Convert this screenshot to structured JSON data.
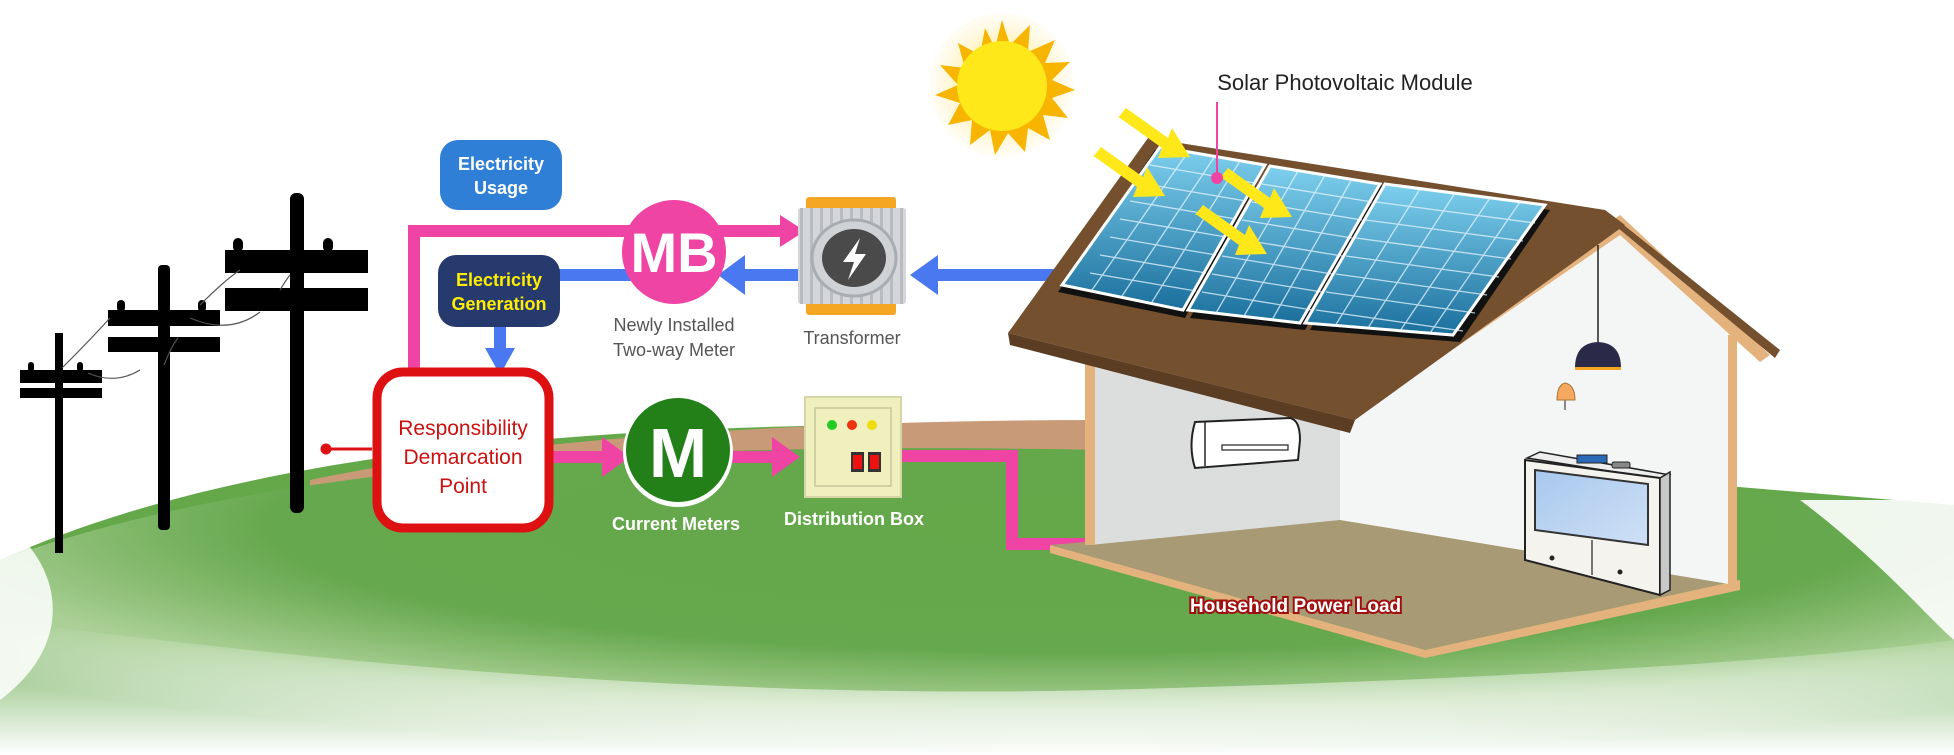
{
  "labels": {
    "electricity_usage": [
      "Electricity",
      "Usage"
    ],
    "electricity_generation": [
      "Electricity",
      "Generation"
    ],
    "mb_meter_symbol": "MB",
    "mb_meter_caption": [
      "Newly Installed",
      "Two-way Meter"
    ],
    "transformer_caption": "Transformer",
    "demarcation": [
      "Responsibility",
      "Demarcation",
      "Point"
    ],
    "current_meter_symbol": "M",
    "current_meter_caption": "Current Meters",
    "distribution_caption": "Distribution Box",
    "solar_module": "Solar Photovoltaic Module",
    "household_load": "Household Power Load"
  },
  "icons": {
    "transformer": "lightning-bolt-icon",
    "sun": "sun-icon",
    "utility_poles": "power-pole-icon",
    "air_conditioner": "air-conditioner-icon",
    "lamp": "pendant-lamp-icon",
    "tv_cabinet": "television-icon"
  },
  "colors": {
    "usage_flow": "#f044a4",
    "generation_flow": "#4a78f0",
    "usage_box": "#2f7fd6",
    "generation_box": "#263a6e",
    "generation_text": "#ffee00",
    "demarcation_border": "#dd1111",
    "demarcation_text": "#cc1111",
    "current_meter": "#238018",
    "ground": "#64a84a",
    "roof": "#74502f",
    "household_text": "#a00f0f"
  }
}
